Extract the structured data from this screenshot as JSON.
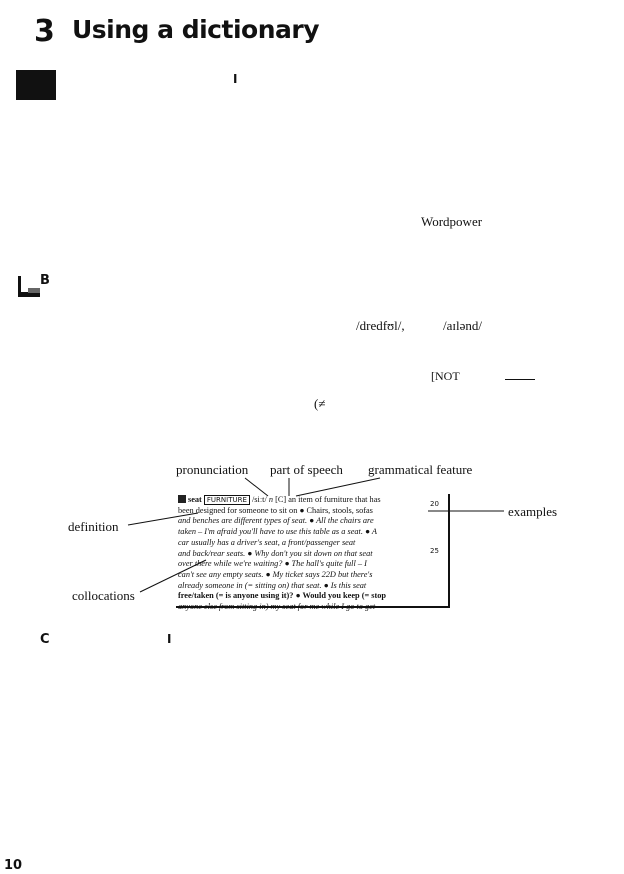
{
  "header": {
    "chapter_number": "3",
    "chapter_title": "Using a dictionary"
  },
  "section_a": {
    "stub_text": "I"
  },
  "section_b": {
    "letter": "B",
    "pron_example_1": "/dredfʊl/,",
    "pron_example_2": "/aɪlənd/",
    "not_marker": "[NOT",
    "opposite_marker": "(≠"
  },
  "wordpower": "Wordpower",
  "diagram": {
    "labels": {
      "pronunciation": "pronunciation",
      "part_of_speech": "part of speech",
      "grammatical_feature": "grammatical feature",
      "definition": "definition",
      "collocations": "collocations",
      "examples": "examples"
    },
    "entry": {
      "headword": "seat",
      "topic": "FURNITURE",
      "pron": "/siːt/",
      "pos": "n",
      "gram": "[C]",
      "line_num_1": "20",
      "line_num_2": "25",
      "lines": [
        "an item of furniture that has",
        "been designed for someone to sit on ● Chairs, stools, sofas",
        "and benches are different types of seat. ● All the chairs are",
        "taken – I'm afraid you'll have to use this table as a seat. ● A",
        "car usually has a driver's seat, a front/passenger seat",
        "and back/rear seats. ● Why don't you sit down on that seat",
        "over there while we're waiting? ● The hall's quite full – I",
        "can't see any empty seats. ● My ticket says 22D but there's",
        "already someone in (= sitting on) that seat. ● Is this seat",
        "free/taken (= is anyone using it)? ● Would you keep (= stop",
        "anyone else from sitting in) my seat for me while I go to get"
      ]
    }
  },
  "section_c": {
    "letter": "C",
    "stub_text": "I"
  },
  "page_number": "10"
}
